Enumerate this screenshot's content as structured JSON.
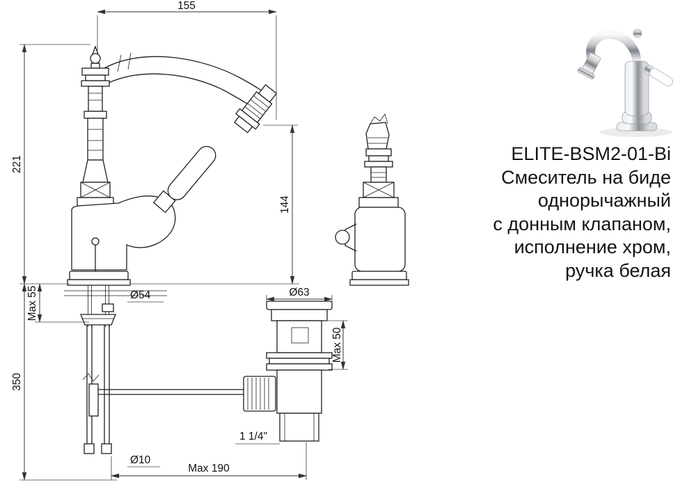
{
  "product": {
    "code": "ELITE-BSM2-01-Bi",
    "description": [
      "Смеситель на биде",
      "однорычажный",
      "с донным клапаном,",
      "исполнение хром,",
      "ручка белая"
    ]
  },
  "dims": {
    "reach": "155",
    "height": "221",
    "spout_height": "144",
    "max_deck": "Max 55",
    "hose_length": "350",
    "base_dia": "Ø54",
    "flange_dia": "Ø63",
    "drain_depth": "Max 50",
    "hose_dia": "Ø10",
    "rod_reach": "Max 190",
    "thread": "1 1/4\""
  }
}
